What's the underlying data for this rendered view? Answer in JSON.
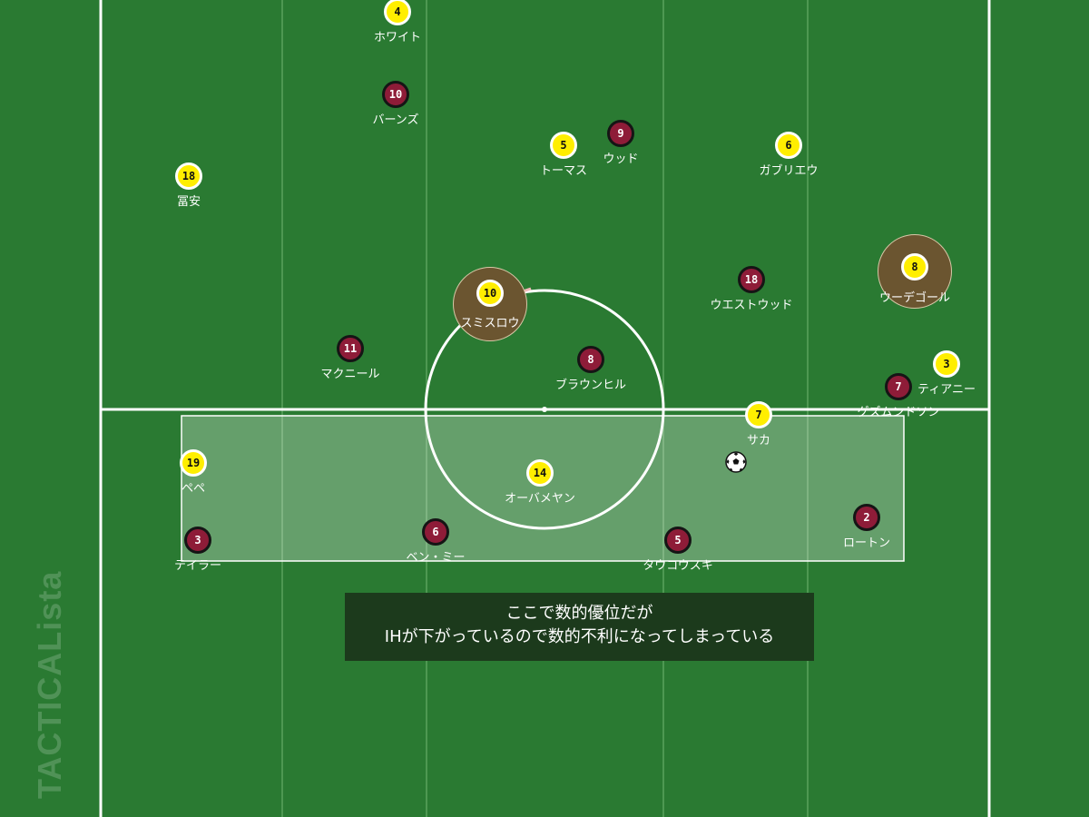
{
  "caption": {
    "line1": "ここで数的優位だが",
    "line2": "IHが下がっているので数的不利になってしまっている"
  },
  "watermark": "TACTICALista",
  "colors": {
    "pitch": "#2a7a32",
    "stripe_light": "#348a3c",
    "team_yellow": "#ffee00",
    "team_maroon": "#8e1c38",
    "highlight": "#6b5530"
  },
  "ball_icon": "soccer-ball-icon",
  "players": [
    {
      "id": "white",
      "team": "yellow",
      "number": "4",
      "name": "ホワイト"
    },
    {
      "id": "burns",
      "team": "maroon",
      "number": "10",
      "name": "バーンズ"
    },
    {
      "id": "thomas",
      "team": "yellow",
      "number": "5",
      "name": "トーマス"
    },
    {
      "id": "wood",
      "team": "maroon",
      "number": "9",
      "name": "ウッド"
    },
    {
      "id": "gabriel",
      "team": "yellow",
      "number": "6",
      "name": "ガブリエウ"
    },
    {
      "id": "tomiyasu",
      "team": "yellow",
      "number": "18",
      "name": "冨安"
    },
    {
      "id": "smith-rowe",
      "team": "yellow",
      "number": "10",
      "name": "スミスロウ",
      "highlight": true
    },
    {
      "id": "westwood",
      "team": "maroon",
      "number": "18",
      "name": "ウエストウッド"
    },
    {
      "id": "odegaard",
      "team": "yellow",
      "number": "8",
      "name": "ウーデゴール",
      "highlight": true
    },
    {
      "id": "mcneil",
      "team": "maroon",
      "number": "11",
      "name": "マクニール"
    },
    {
      "id": "brownhill",
      "team": "maroon",
      "number": "8",
      "name": "ブラウンヒル"
    },
    {
      "id": "tierney",
      "team": "yellow",
      "number": "3",
      "name": "ティアニー"
    },
    {
      "id": "gudmundsson",
      "team": "maroon",
      "number": "7",
      "name": "グズムンドソン"
    },
    {
      "id": "saka",
      "team": "yellow",
      "number": "7",
      "name": "サカ"
    },
    {
      "id": "pepe",
      "team": "yellow",
      "number": "19",
      "name": "ペペ"
    },
    {
      "id": "aubameyang",
      "team": "yellow",
      "number": "14",
      "name": "オーバメヤン"
    },
    {
      "id": "lowton",
      "team": "maroon",
      "number": "2",
      "name": "ロートン"
    },
    {
      "id": "taylor",
      "team": "maroon",
      "number": "3",
      "name": "テイラー"
    },
    {
      "id": "benjamin",
      "team": "maroon",
      "number": "6",
      "name": "ベン・ミー"
    },
    {
      "id": "tarkowski",
      "team": "maroon",
      "number": "5",
      "name": "タウコウスキ"
    }
  ]
}
